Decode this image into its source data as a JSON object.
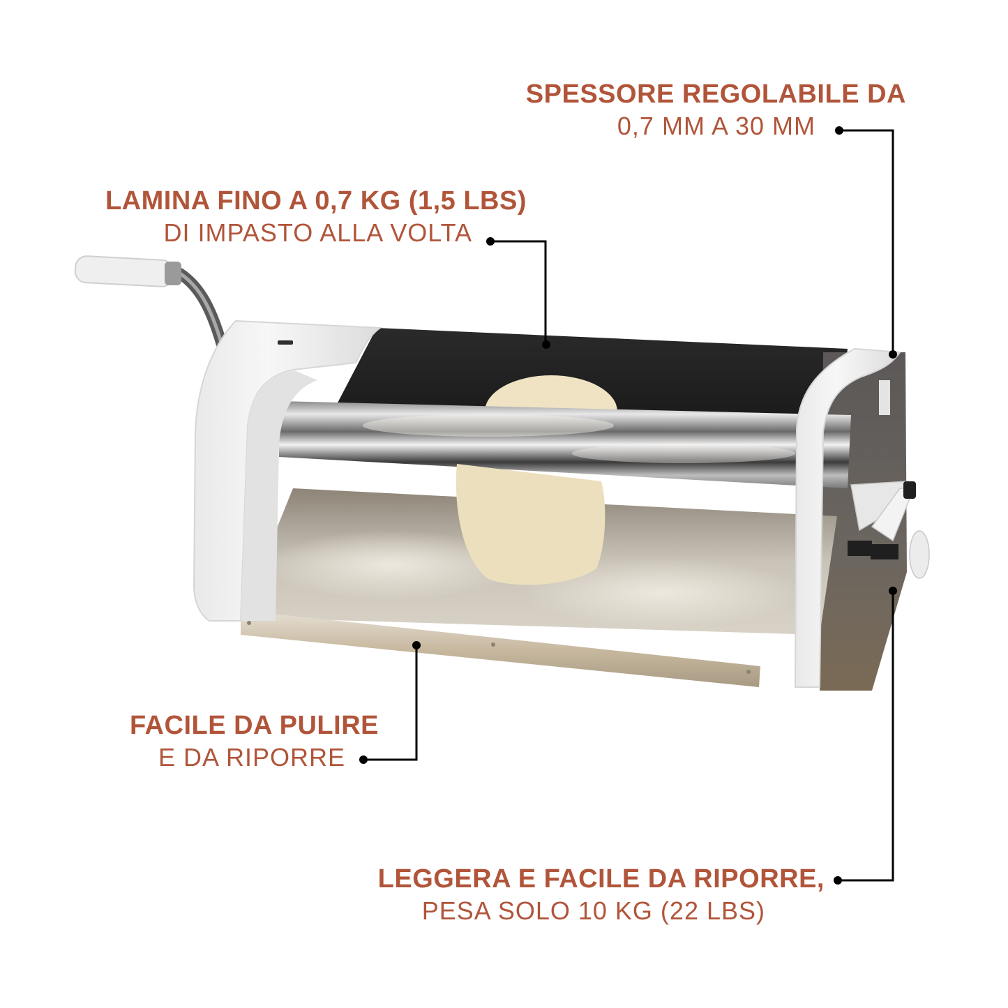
{
  "theme": {
    "accent_text": "#b1553a",
    "leader_line": "#000000",
    "background": "#ffffff"
  },
  "product": {
    "name": "dough-sheeter",
    "description": "Hand-crank dough sheeter with white side housings, stainless roller and tray, dough passing through roller"
  },
  "callouts": [
    {
      "id": "thickness",
      "title": "SPESSORE REGOLABILE DA",
      "subtitle": "0,7 MM A 30 MM"
    },
    {
      "id": "capacity",
      "title": "LAMINA FINO A 0,7 KG (1,5 LBS)",
      "subtitle": "DI IMPASTO ALLA VOLTA"
    },
    {
      "id": "cleaning",
      "title": "FACILE DA PULIRE",
      "subtitle": "E DA RIPORRE"
    },
    {
      "id": "weight",
      "title": "LEGGERA E FACILE DA RIPORRE,",
      "subtitle": "PESA SOLO 10 KG (22 LBS)"
    }
  ]
}
